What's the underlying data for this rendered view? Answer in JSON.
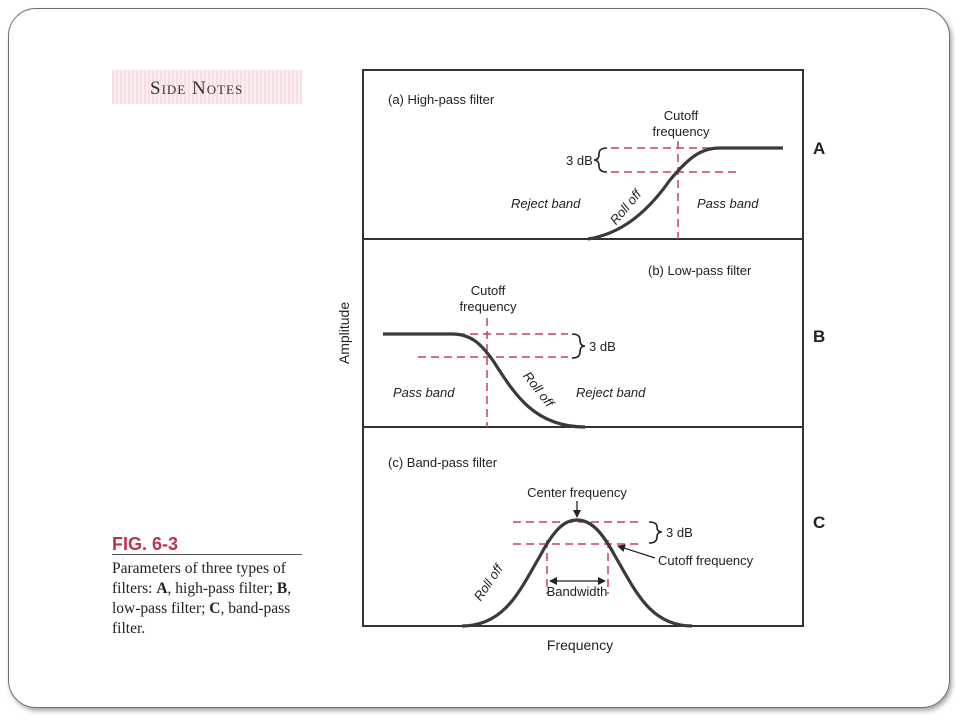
{
  "side_notes": {
    "title": "Side Notes"
  },
  "figure": {
    "label": "FIG. 6-3",
    "caption_parts": [
      "Parameters of three types of filters: ",
      "A",
      ", high-pass filter; ",
      "B",
      ", low-pass filter; ",
      "C",
      ", band-pass filter."
    ]
  },
  "axes": {
    "y_label": "Amplitude",
    "x_label": "Frequency"
  },
  "panels": {
    "a": {
      "letter": "A",
      "title": "(a) High-pass filter",
      "cutoff_line1": "Cutoff",
      "cutoff_line2": "frequency",
      "db": "3 dB",
      "reject": "Reject band",
      "rolloff": "Roll off",
      "pass": "Pass band"
    },
    "b": {
      "letter": "B",
      "title": "(b) Low-pass filter",
      "cutoff_line1": "Cutoff",
      "cutoff_line2": "frequency",
      "db": "3 dB",
      "pass": "Pass band",
      "rolloff": "Roll off",
      "reject": "Reject band"
    },
    "c": {
      "letter": "C",
      "title": "(c) Band-pass filter",
      "center": "Center frequency",
      "db": "3 dB",
      "cutoff": "Cutoff frequency",
      "rolloff": "Roll off",
      "bandwidth": "Bandwidth"
    }
  },
  "colors": {
    "curve": "#3a3a3a",
    "dashed": "#c8405f",
    "frame": "#333333",
    "fig_label": "#c0324f"
  }
}
